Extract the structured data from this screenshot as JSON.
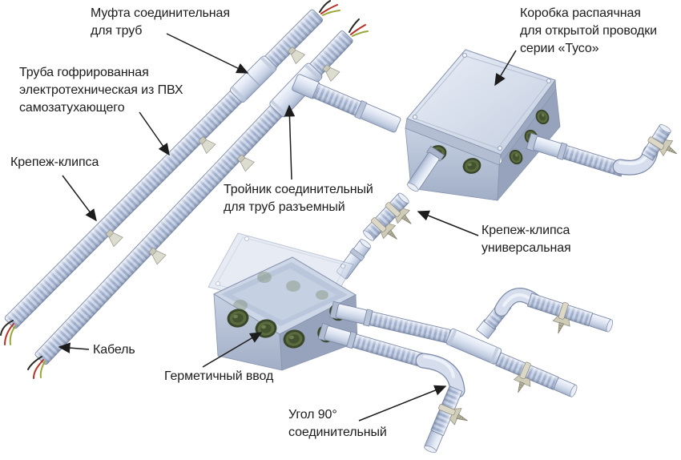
{
  "labels": {
    "mufta": "Муфта соединительная\nдля труб",
    "truba": "Труба гофрированная\nэлектротехническая из ПВХ\nсамозатухающего",
    "krepezh": "Крепеж-клипса",
    "kabel": "Кабель",
    "troynik": "Тройник соединительный\nдля труб разъемный",
    "korobka": "Коробка распаячная\nдля открытой проводки\nсерии «Тусо»",
    "krepezh_universal": "Крепеж-клипса\nуниверсальная",
    "germovvod": "Герметичный ввод",
    "ugol": "Угол 90°\nсоединительный"
  },
  "colors": {
    "label_text": "#1c1c1c",
    "arrow": "#1c1c1c",
    "tube_light": "#c9d3e7",
    "tube_ridge": "#9aaac9",
    "smooth_fitting": "#dfe6f3",
    "box_lid": "#dce3f0",
    "box_body": "#c6d1e3",
    "box_side": "#97a3bc",
    "seal_green": "#5a6b3e",
    "clip_beige": "#dbd8c8",
    "wire_black": "#2b2b26",
    "wire_red": "#b92f23",
    "wire_yellow_green": "#9aa838",
    "background": "#ffffff"
  }
}
